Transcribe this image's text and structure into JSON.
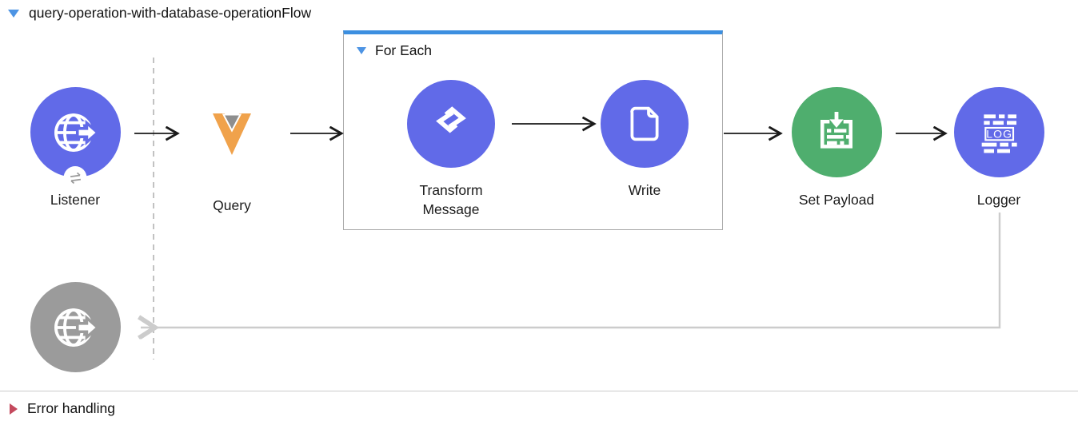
{
  "flow": {
    "title": "query-operation-with-database-operationFlow",
    "scope": {
      "label": "For Each",
      "accent_color": "#3C8FE0"
    },
    "nodes": {
      "listener": {
        "label": "Listener",
        "color": "#616AE8",
        "icon": "globe-arrow-icon",
        "badge_icon": "sync-arrows-icon"
      },
      "query": {
        "label": "Query",
        "icon": "veeva-v-icon",
        "icon_colors": {
          "orange": "#F0A24B",
          "gray": "#8E8E8E"
        }
      },
      "transform": {
        "label": "Transform Message",
        "color": "#616AE8",
        "icon": "dataweave-icon"
      },
      "write": {
        "label": "Write",
        "color": "#616AE8",
        "icon": "file-icon"
      },
      "set_payload": {
        "label": "Set Payload",
        "color": "#4FAE6E",
        "icon": "set-payload-icon"
      },
      "logger": {
        "label": "Logger",
        "color": "#616AE8",
        "icon": "logger-icon",
        "icon_text": "LOG"
      },
      "error_source": {
        "label": "",
        "color": "#9B9B9B",
        "icon": "globe-arrow-icon"
      }
    }
  },
  "error_handling": {
    "label": "Error handling",
    "accent_color": "#C4495D"
  },
  "colors": {
    "collapse_triangle_blue": "#4D94E4",
    "arrow_black": "#1a1a1a",
    "return_line_gray": "#CCCCCC",
    "boundary_dashed_gray": "#C2C2C2",
    "scope_border_gray": "#ABABAB"
  }
}
